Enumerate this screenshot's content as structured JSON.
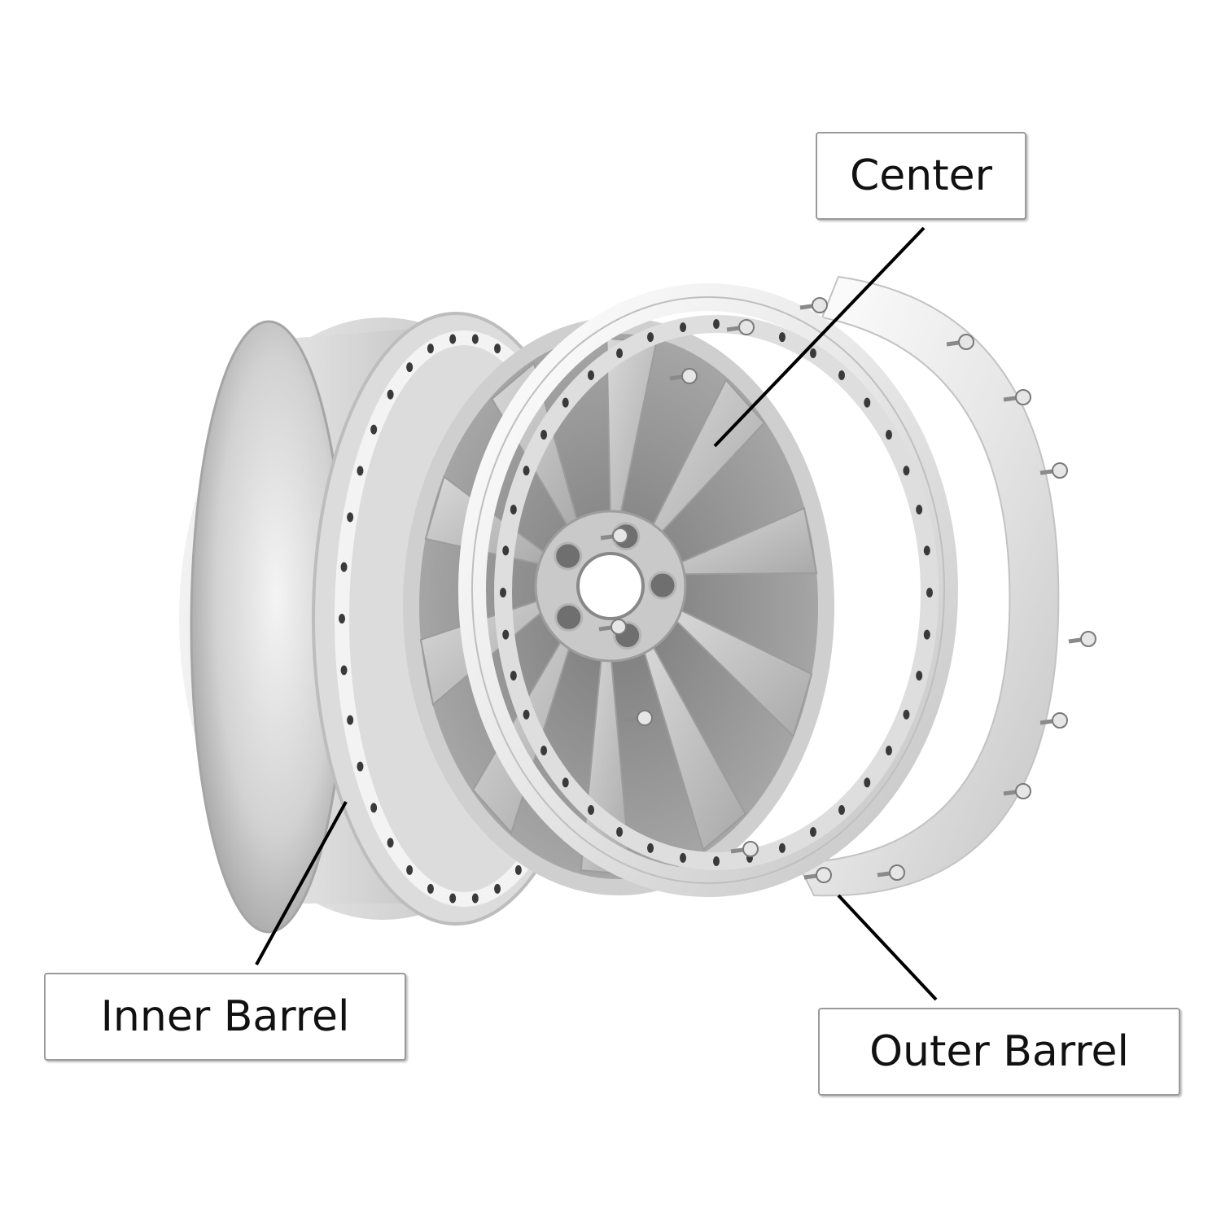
{
  "labels": {
    "center": "Center",
    "inner_barrel": "Inner Barrel",
    "outer_barrel": "Outer Barrel"
  },
  "wheel": {
    "spoke_count": 10,
    "lug_count": 5,
    "bolt_holes_outer_ring": 40
  },
  "colors": {
    "metal_light": "#e9e9e9",
    "metal_mid": "#c8c8c8",
    "metal_dark": "#8e8e8e",
    "leader_line": "#000000",
    "label_border": "#9a9a9a"
  }
}
